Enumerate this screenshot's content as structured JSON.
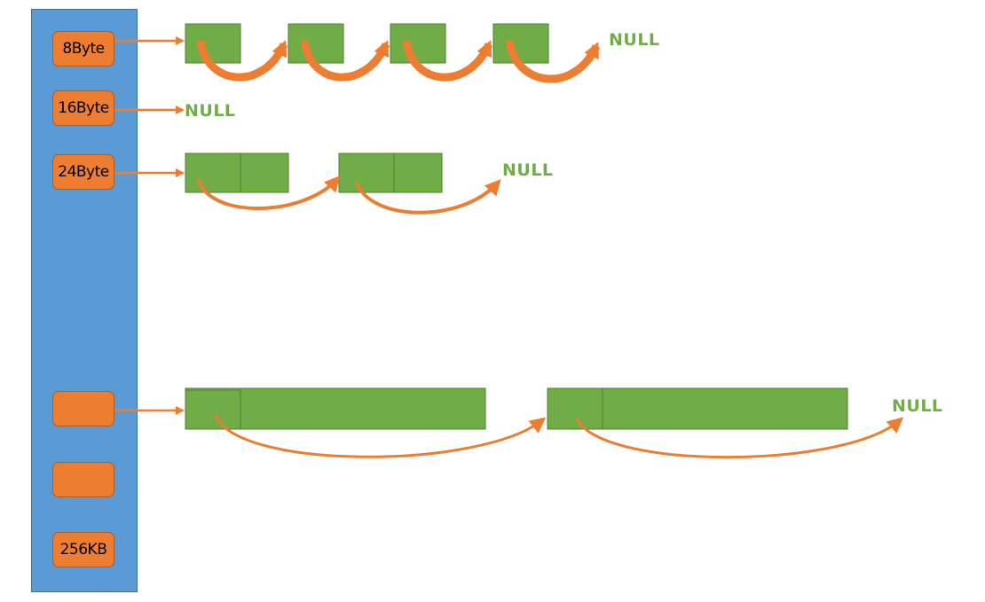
{
  "buckets": [
    "8Byte",
    "16Byte",
    "24Byte",
    "",
    "",
    "256KB"
  ],
  "null_label": "NULL",
  "colors": {
    "column": "#5b9bd5",
    "bucket": "#ed7d31",
    "block": "#70ad47",
    "arrow": "#ed7d31",
    "null_text": "#70ad47"
  }
}
